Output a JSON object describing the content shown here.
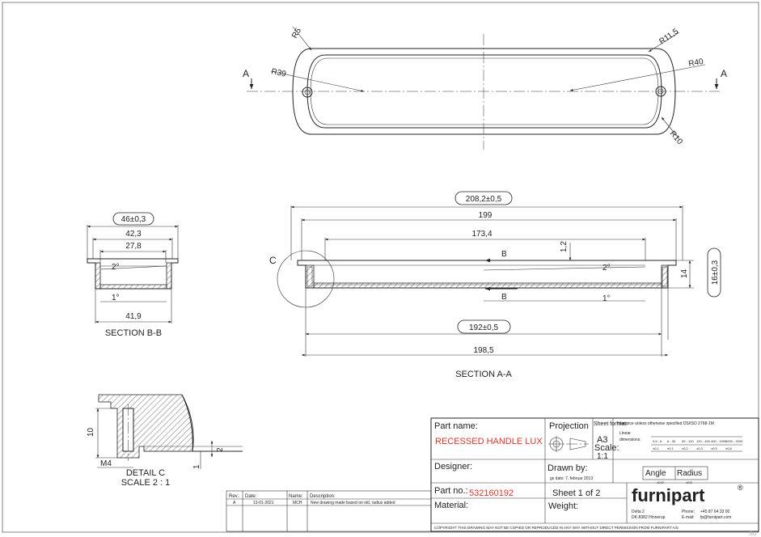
{
  "top_view": {
    "radius_r5": "R5",
    "radius_r39": "R39",
    "radius_r11_5": "R11,5",
    "radius_r40": "R40",
    "radius_r10": "R10",
    "section_a_left": "A",
    "section_a_right": "A"
  },
  "section_aa": {
    "overall_length": "208,2±0,5",
    "length_199": "199",
    "length_173_4": "173,4",
    "depth_1_2": "1,2",
    "angle_2": "2°",
    "angle_1": "1°",
    "section_b_top": "B",
    "section_b_bottom": "B",
    "length_192": "192±0,5",
    "length_198_5": "198,5",
    "height_14": "14",
    "height_16": "16±0,3",
    "detail_marker": "C",
    "title": "SECTION A-A"
  },
  "section_bb": {
    "width_46": "46±0,3",
    "width_42_3": "42,3",
    "width_27_8": "27,8",
    "angle_2": "2°",
    "angle_1": "1°",
    "width_41_9": "41,9",
    "title": "SECTION B-B"
  },
  "detail_c": {
    "height_10": "10",
    "thread": "M4",
    "step_2": "2",
    "step_1": "1",
    "title": "DETAIL C",
    "scale": "SCALE 2 : 1"
  },
  "revision_table": {
    "headers": [
      "Rev.:",
      "Date:",
      "Name:",
      "Description:"
    ],
    "rows": [
      [
        "A",
        "13-01-2021",
        "MCH",
        "New drawing made based on old, radius added"
      ]
    ]
  },
  "title_block": {
    "part_name_label": "Part name:",
    "part_name_value": "RECESSED HANDLE LUX",
    "projection_label": "Projection",
    "sheet_format_label": "Sheet format:",
    "sheet_format_value": "A3",
    "scale_label": "Scale:",
    "scale_value": "1:1",
    "tolerance_note": "Tolerance unless otherwise specified DS/ISO 2768-1M",
    "linear_label": "Linear",
    "dimensions_label": "dimensions:",
    "tol_ranges": [
      "0,5 - 6",
      "6 - 30",
      "30 - 120",
      "120 - 400",
      "400 - 1000",
      "1000 - 2000"
    ],
    "tol_values": [
      "±0,1",
      "±0,1",
      "±0,2",
      "±0,3",
      "±0,5",
      "±0,8"
    ],
    "designer_label": "Designer:",
    "drawn_by_label": "Drawn by:",
    "drawn_by_value": "gs dato: 7. februar 2013",
    "angle_label": "Angle",
    "radius_label": "Radius",
    "angle_value": "±0,5°",
    "radius_value": "±0,5",
    "part_no_label": "Part no.:",
    "part_no_value": "532160192",
    "sheet_label": "Sheet 1 of 2",
    "material_label": "Material:",
    "weight_label": "Weight:",
    "company": "furnipart",
    "registered": "®",
    "address_1": "Delta 2",
    "address_2": "DK-8382 Hinnerup",
    "phone_label": "Phone:",
    "phone_value": "+45 87 64 33 00",
    "email_label": "E-mail:",
    "email_value": "fp@furnipart.com",
    "copyright": "COPYRIGHT: THIS DRAWING MAY NOT BE COPIED OR REPRODUCED IN ANY WAY WITHOUT DIRECT PERMISSION FROM FURNIPART A/S",
    "corner_mark": "SU"
  }
}
